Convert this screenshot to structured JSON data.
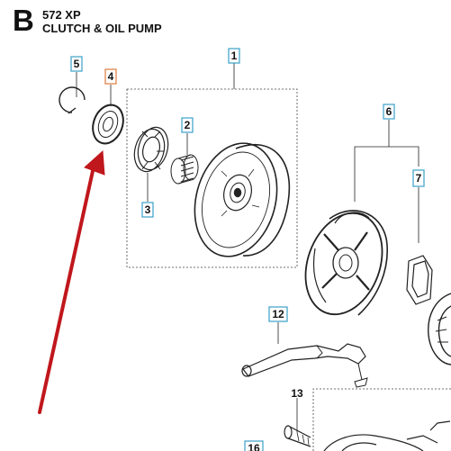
{
  "header": {
    "section_letter": "B",
    "model": "572 XP",
    "title": "CLUTCH & OIL PUMP"
  },
  "callouts": {
    "c1": "1",
    "c2": "2",
    "c3": "3",
    "c4": "4",
    "c5": "5",
    "c6": "6",
    "c7": "7",
    "c12": "12",
    "c13": "13",
    "c16": "16"
  },
  "colors": {
    "callout_box": "#3aa0c8",
    "callout_box_highlight": "#e07a3c",
    "arrow": "#c0171c",
    "line": "#222222"
  }
}
